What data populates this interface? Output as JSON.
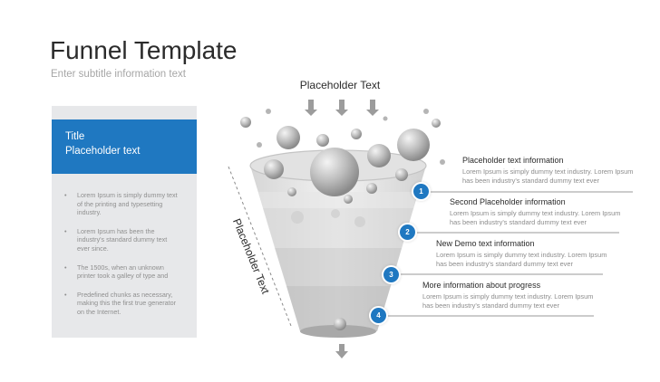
{
  "header": {
    "title": "Funnel Template",
    "subtitle": "Enter subtitle information text"
  },
  "side_panel": {
    "title": "Title",
    "subtitle": "Placeholder text",
    "bullets": [
      "Lorem Ipsum is simply dummy text of the printing and typesetting industry.",
      "Lorem Ipsum has been the industry's standard dummy text ever since.",
      "The 1500s, when an unknown printer took a galley of type and",
      "Predefined chunks as necessary, making this the first true generator on the Internet."
    ]
  },
  "funnel": {
    "top_label": "Placeholder Text",
    "side_label": "Placeholder Text"
  },
  "steps": [
    {
      "number": "1",
      "title": "Placeholder text information",
      "description": "Lorem Ipsum is simply dummy text industry. Lorem Ipsum has been industry's standard dummy text ever"
    },
    {
      "number": "2",
      "title": "Second Placeholder information",
      "description": "Lorem Ipsum is simply dummy text industry. Lorem Ipsum has been industry's standard dummy text ever"
    },
    {
      "number": "3",
      "title": "New Demo text information",
      "description": "Lorem Ipsum is simply dummy text industry. Lorem Ipsum has been industry's standard dummy text ever"
    },
    {
      "number": "4",
      "title": "More information about progress",
      "description": "Lorem Ipsum is simply dummy text industry. Lorem Ipsum has been industry's standard dummy text ever"
    }
  ],
  "colors": {
    "accent": "#1f78c1",
    "panel": "#e7e8ea",
    "funnel": "#c9c9c9"
  }
}
